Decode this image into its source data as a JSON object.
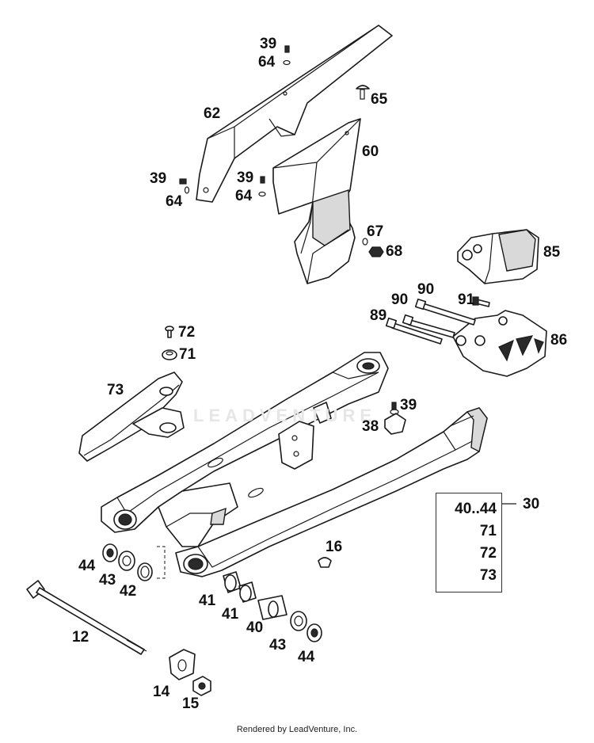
{
  "footer": "Rendered by LeadVenture, Inc.",
  "watermark": "LEADVENTURE",
  "kit": {
    "label": "30",
    "items": [
      "40..44",
      "71",
      "72",
      "73"
    ]
  },
  "callouts": [
    {
      "id": "c39a",
      "text": "39"
    },
    {
      "id": "c64a",
      "text": "64"
    },
    {
      "id": "c65",
      "text": "65"
    },
    {
      "id": "c62",
      "text": "62"
    },
    {
      "id": "c60",
      "text": "60"
    },
    {
      "id": "c39b",
      "text": "39"
    },
    {
      "id": "c64b",
      "text": "64"
    },
    {
      "id": "c39c",
      "text": "39"
    },
    {
      "id": "c64c",
      "text": "64"
    },
    {
      "id": "c67",
      "text": "67"
    },
    {
      "id": "c68",
      "text": "68"
    },
    {
      "id": "c85",
      "text": "85"
    },
    {
      "id": "c90a",
      "text": "90"
    },
    {
      "id": "c90b",
      "text": "90"
    },
    {
      "id": "c91",
      "text": "91"
    },
    {
      "id": "c89",
      "text": "89"
    },
    {
      "id": "c86",
      "text": "86"
    },
    {
      "id": "c72",
      "text": "72"
    },
    {
      "id": "c71",
      "text": "71"
    },
    {
      "id": "c73",
      "text": "73"
    },
    {
      "id": "c39d",
      "text": "39"
    },
    {
      "id": "c38",
      "text": "38"
    },
    {
      "id": "c16",
      "text": "16"
    },
    {
      "id": "c44a",
      "text": "44"
    },
    {
      "id": "c43a",
      "text": "43"
    },
    {
      "id": "c42",
      "text": "42"
    },
    {
      "id": "c41a",
      "text": "41"
    },
    {
      "id": "c41b",
      "text": "41"
    },
    {
      "id": "c40",
      "text": "40"
    },
    {
      "id": "c43b",
      "text": "43"
    },
    {
      "id": "c44b",
      "text": "44"
    },
    {
      "id": "c12",
      "text": "12"
    },
    {
      "id": "c14",
      "text": "14"
    },
    {
      "id": "c15",
      "text": "15"
    }
  ]
}
